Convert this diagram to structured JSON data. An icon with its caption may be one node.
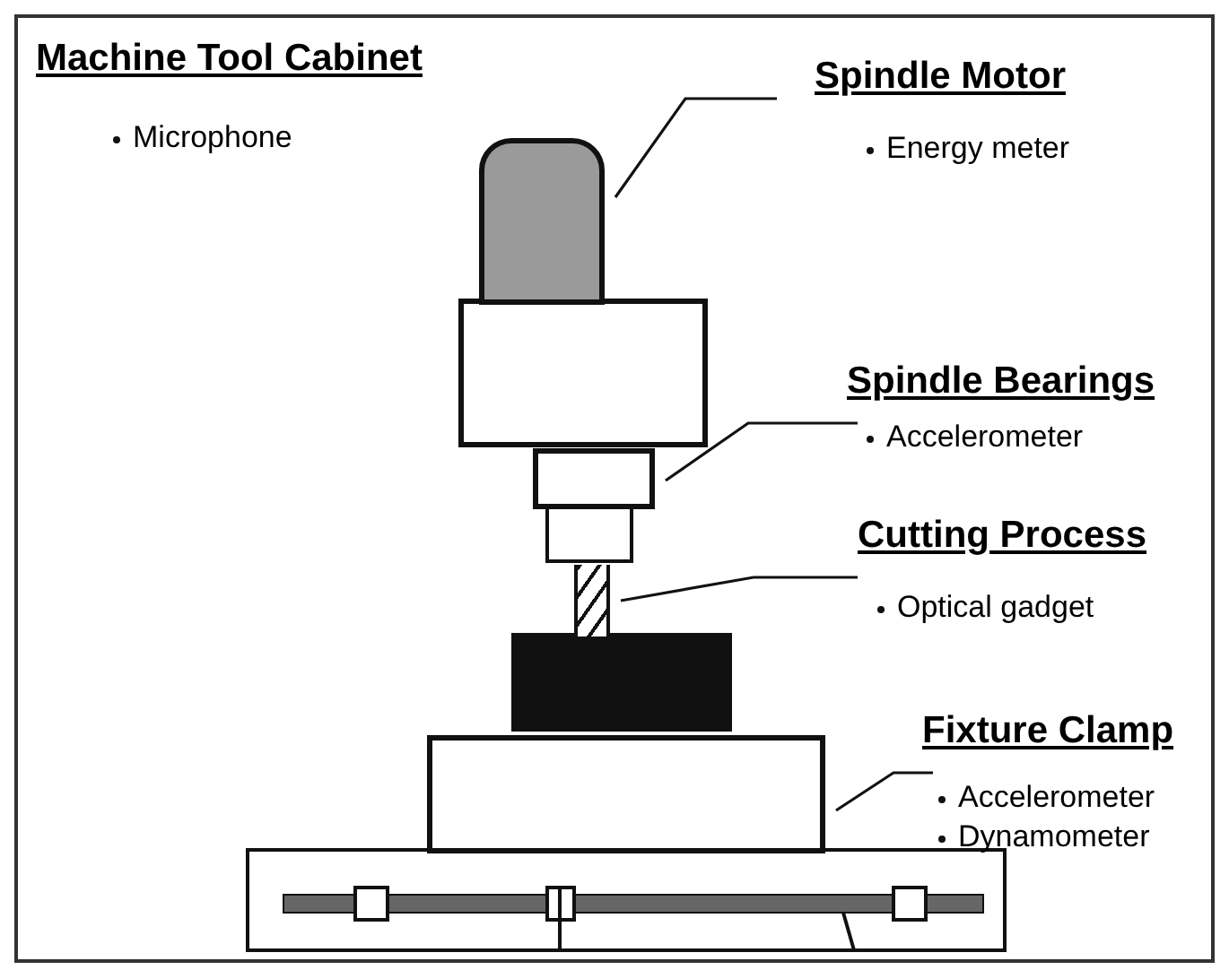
{
  "diagram": {
    "nodes": [
      {
        "text": [
          "Machine Tool Cabinet",
          "Microphone"
        ]
      },
      {
        "text": [
          "Spindle Motor",
          "Energy meter"
        ],
        "in": 0
      },
      {
        "text": [],
        "shape": "box",
        "in": 0
      },
      {
        "text": [
          "Spindle Bearings",
          "Accelerometer"
        ],
        "in": 0
      },
      {
        "text": [],
        "shape": "box",
        "in": 0
      },
      {
        "text": [
          "Cutting Process",
          "Optical gadget"
        ],
        "in": 0
      },
      {
        "text": [],
        "shape": "bar",
        "in": 0
      },
      {
        "text": [
          "Fixture Clamp",
          "Accelerometer",
          "Dynamometer"
        ],
        "in": 0
      },
      {
        "text": [],
        "shape": "box",
        "in": 0
      }
    ],
    "edges": [
      {
        "from": 1,
        "to": 2,
        "arrow": "none"
      },
      {
        "from": 3,
        "to": 4,
        "arrow": "none"
      },
      {
        "from": 5,
        "to": 6,
        "arrow": "none"
      },
      {
        "from": 7,
        "to": 8,
        "arrow": "none"
      }
    ]
  }
}
